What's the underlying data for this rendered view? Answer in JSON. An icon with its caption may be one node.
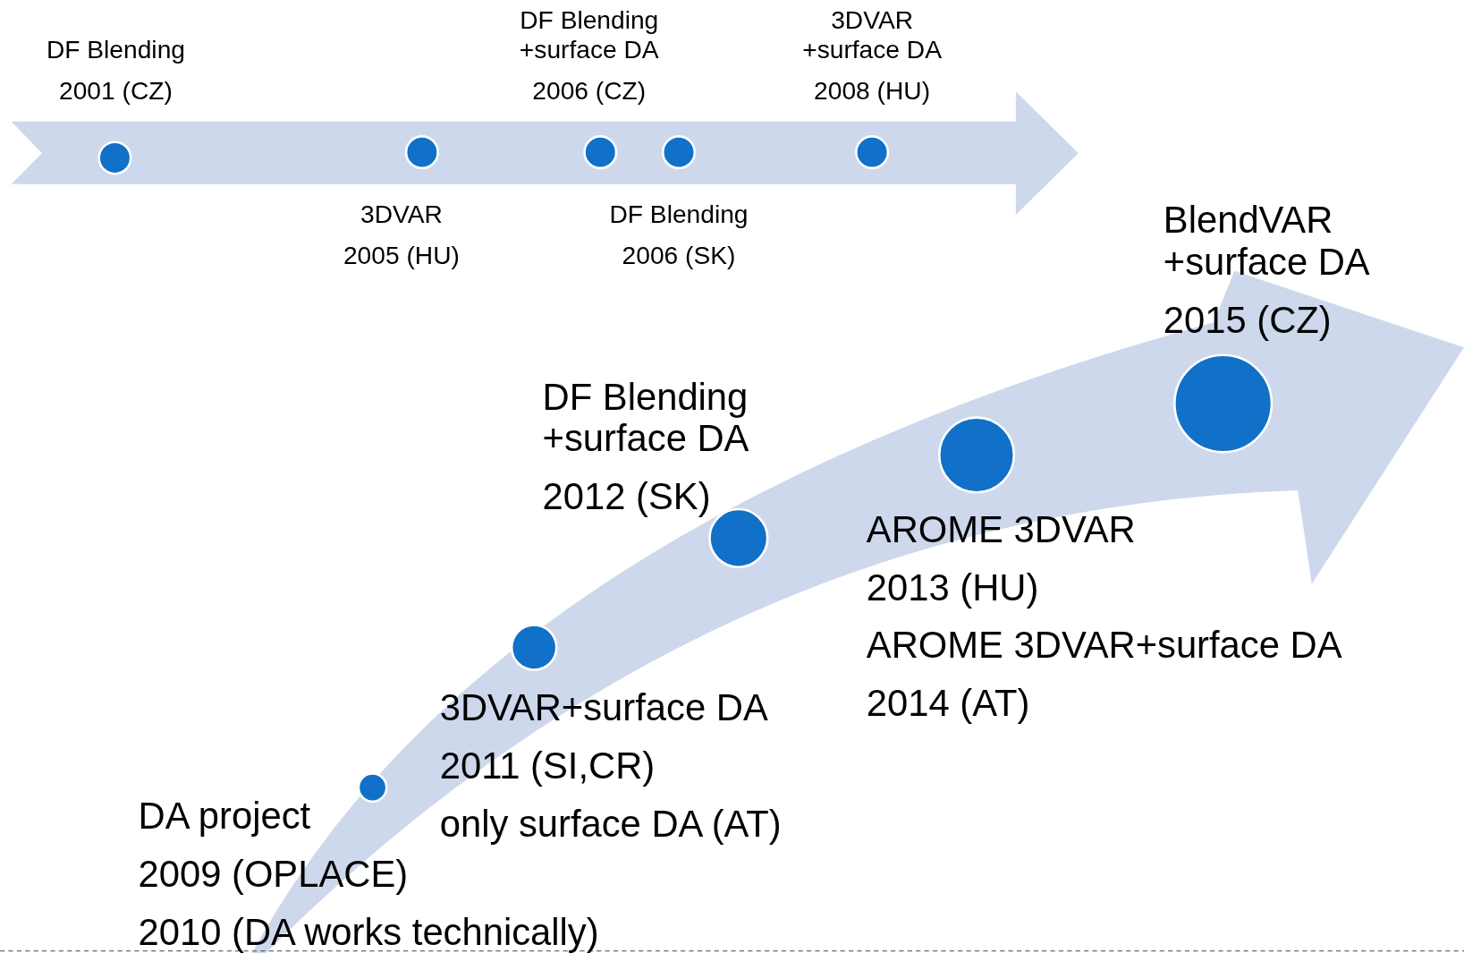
{
  "diagram": {
    "nodes": [
      {
        "text": [],
        "shape": "circle"
      },
      {
        "text": [],
        "shape": "circle"
      },
      {
        "text": [],
        "shape": "circle"
      },
      {
        "text": [],
        "shape": "circle"
      },
      {
        "text": [],
        "shape": "circle"
      },
      {
        "text": [],
        "shape": "circle"
      },
      {
        "text": [],
        "shape": "circle"
      },
      {
        "text": [],
        "shape": "circle"
      },
      {
        "text": [],
        "shape": "circle"
      },
      {
        "text": [],
        "shape": "circle"
      }
    ],
    "labels": [
      "DF Blending",
      "2001 (CZ)",
      "DF Blending",
      "+surface DA",
      "2006 (CZ)",
      "3DVAR",
      "+surface DA",
      "2008 (HU)",
      "3DVAR",
      "2005 (HU)",
      "DF Blending",
      "2006 (SK)",
      "BlendVAR",
      "+surface DA",
      "2015 (CZ)",
      "DF Blending",
      "+surface DA",
      "2012 (SK)",
      "AROME 3DVAR",
      "2013 (HU)",
      "AROME 3DVAR+surface DA",
      "2014 (AT)",
      "3DVAR+surface DA",
      "2011 (SI,CR)",
      "only surface DA (AT)",
      "DA project",
      "2009 (OPLACE)",
      "2010 (DA works technically)"
    ]
  }
}
